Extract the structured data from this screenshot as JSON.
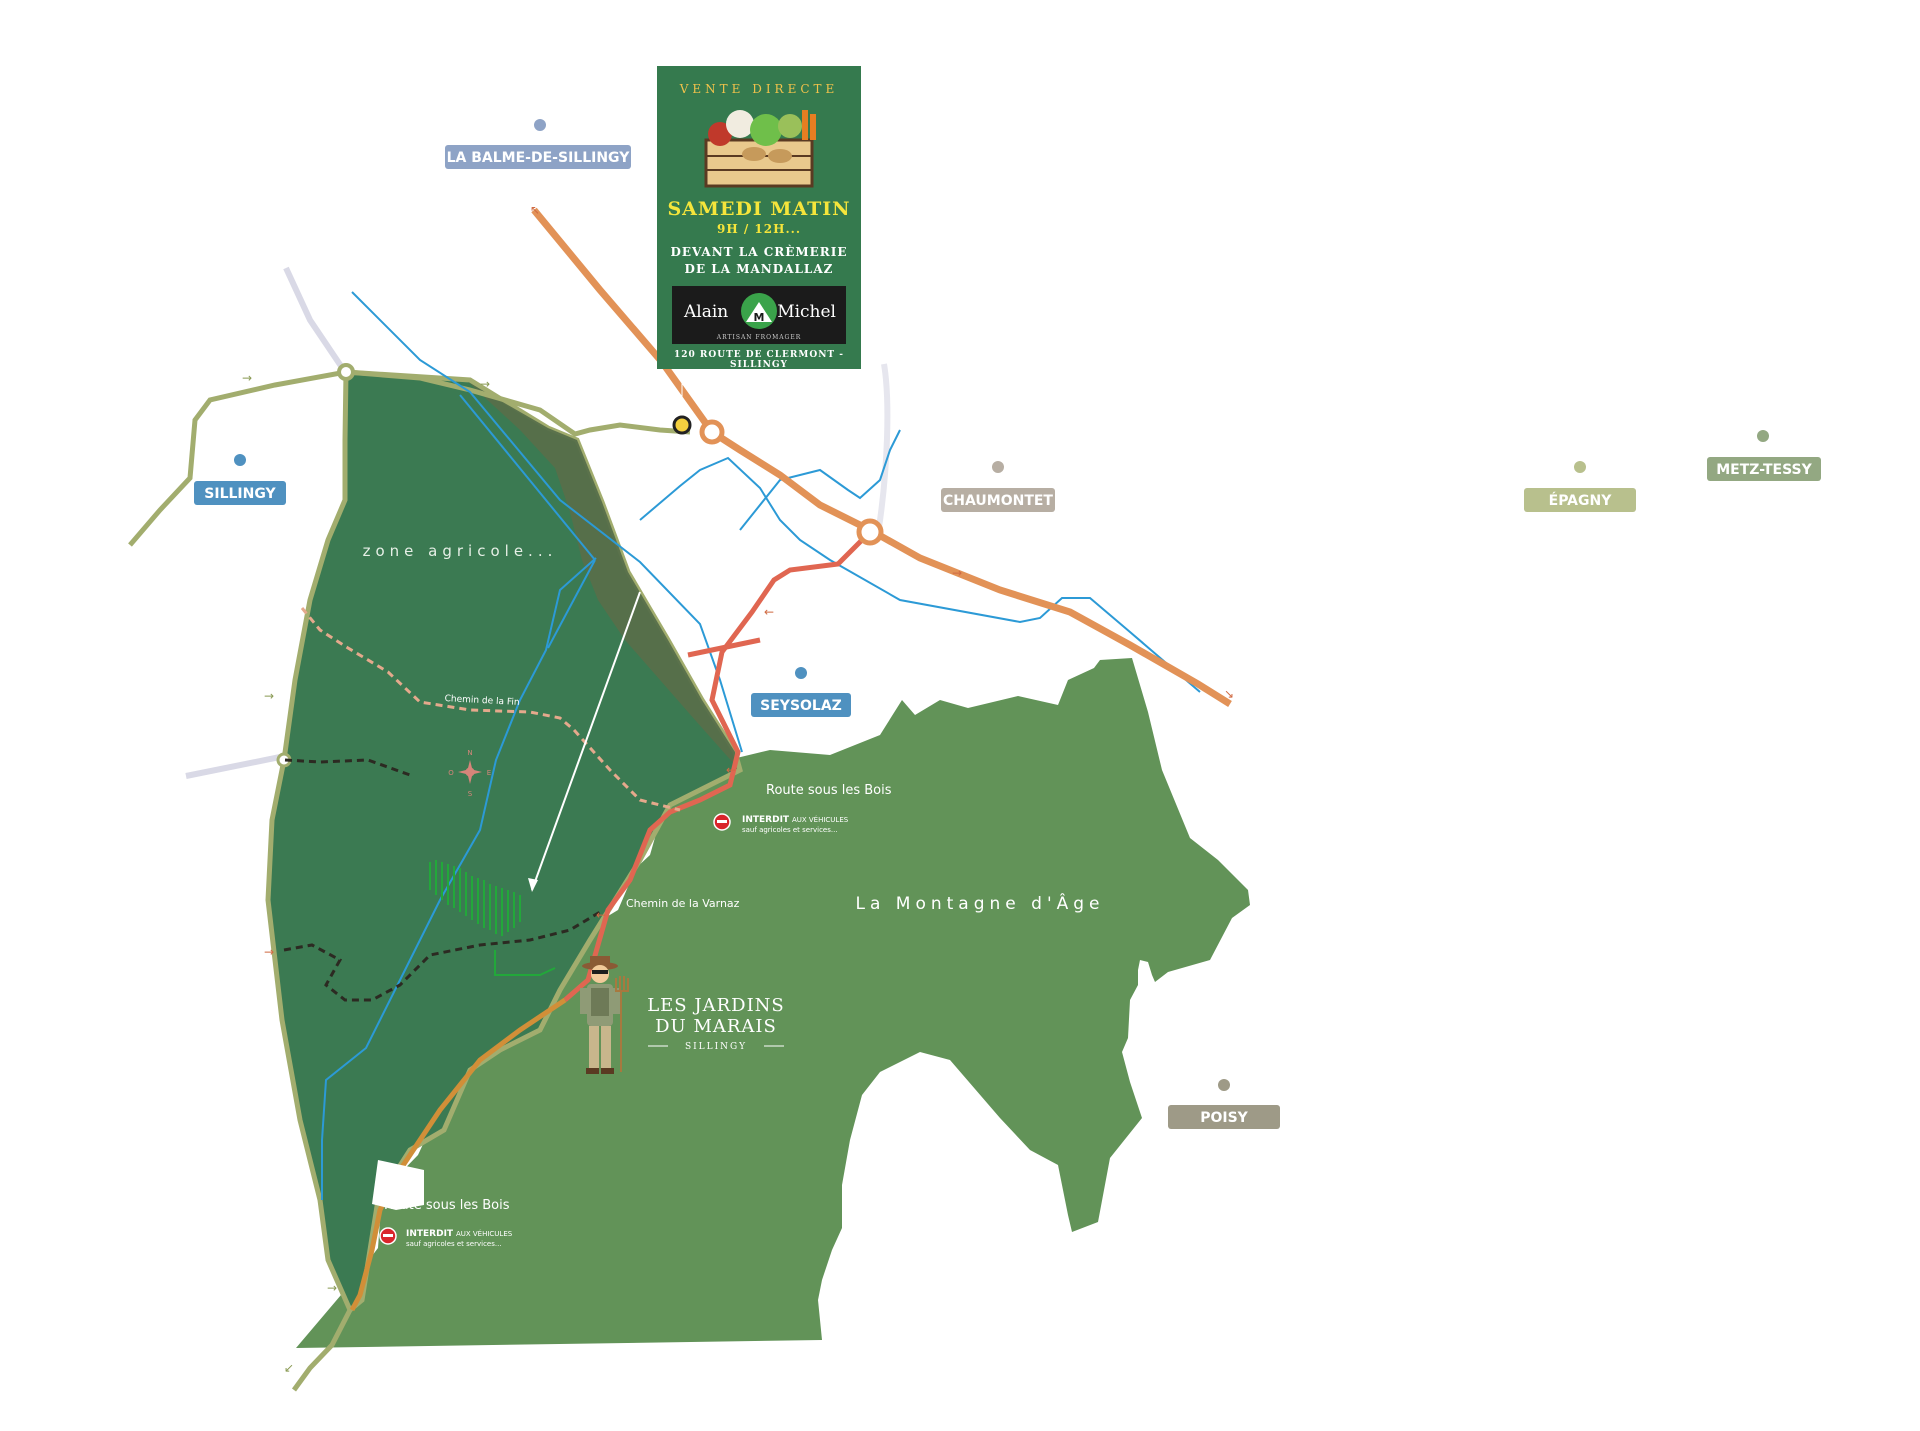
{
  "towns": {
    "balme": "LA BALME-DE-SILLINGY",
    "sillingy": "SILLINGY",
    "chaumontet": "CHAUMONTET",
    "seysolaz": "SEYSOLAZ",
    "epagny": "ÉPAGNY",
    "metz_tessy": "METZ-TESSY",
    "poisy": "POISY"
  },
  "colors": {
    "town_blue": "#4f91c0",
    "town_slate": "#8ea3c6",
    "town_taupe": "#b7aea3",
    "town_sage": "#b8c08d",
    "town_sage_dark": "#93a882",
    "town_grey": "#9e9a87",
    "agri_zone": "#3b7a52",
    "mountain": "#629358",
    "border": "#a2ad6e",
    "road_orange": "#e29257",
    "road_red": "#e06651",
    "road_amber": "#d18f38",
    "river": "#2c9ad6"
  },
  "map": {
    "zone_agricole": "zone agricole...",
    "chemin_fin": "Chemin de la Fin",
    "chemin_varnaz": "Chemin de la Varnaz",
    "montagne": "La Montagne d'Âge",
    "route_bois_1": "Route sous les Bois",
    "route_bois_2": "Route sous les Bois",
    "interdit_1_strong": "INTERDIT",
    "interdit_1_rest": "AUX VÉHICULES",
    "interdit_1_sub": "sauf agricoles et services...",
    "interdit_2_strong": "INTERDIT",
    "interdit_2_rest": "AUX VÉHICULES",
    "interdit_2_sub": "sauf agricoles et services...",
    "compass_n": "N",
    "compass_s": "S",
    "compass_e": "E",
    "compass_o": "O"
  },
  "jardins": {
    "line1": "LES JARDINS",
    "line2": "DU MARAIS",
    "line3": "SILLINGY"
  },
  "poster": {
    "vente": "VENTE DIRECTE",
    "samedi": "SAMEDI MATIN",
    "hours": "9H / 12H...",
    "devant1": "DEVANT LA CRÈMERIE",
    "devant2": "DE LA MANDALLAZ",
    "logo_left": "Alain",
    "logo_right": "Michel",
    "logo_tag": "ARTISAN FROMAGER",
    "address": "120 ROUTE DE CLERMONT - SILLINGY"
  }
}
